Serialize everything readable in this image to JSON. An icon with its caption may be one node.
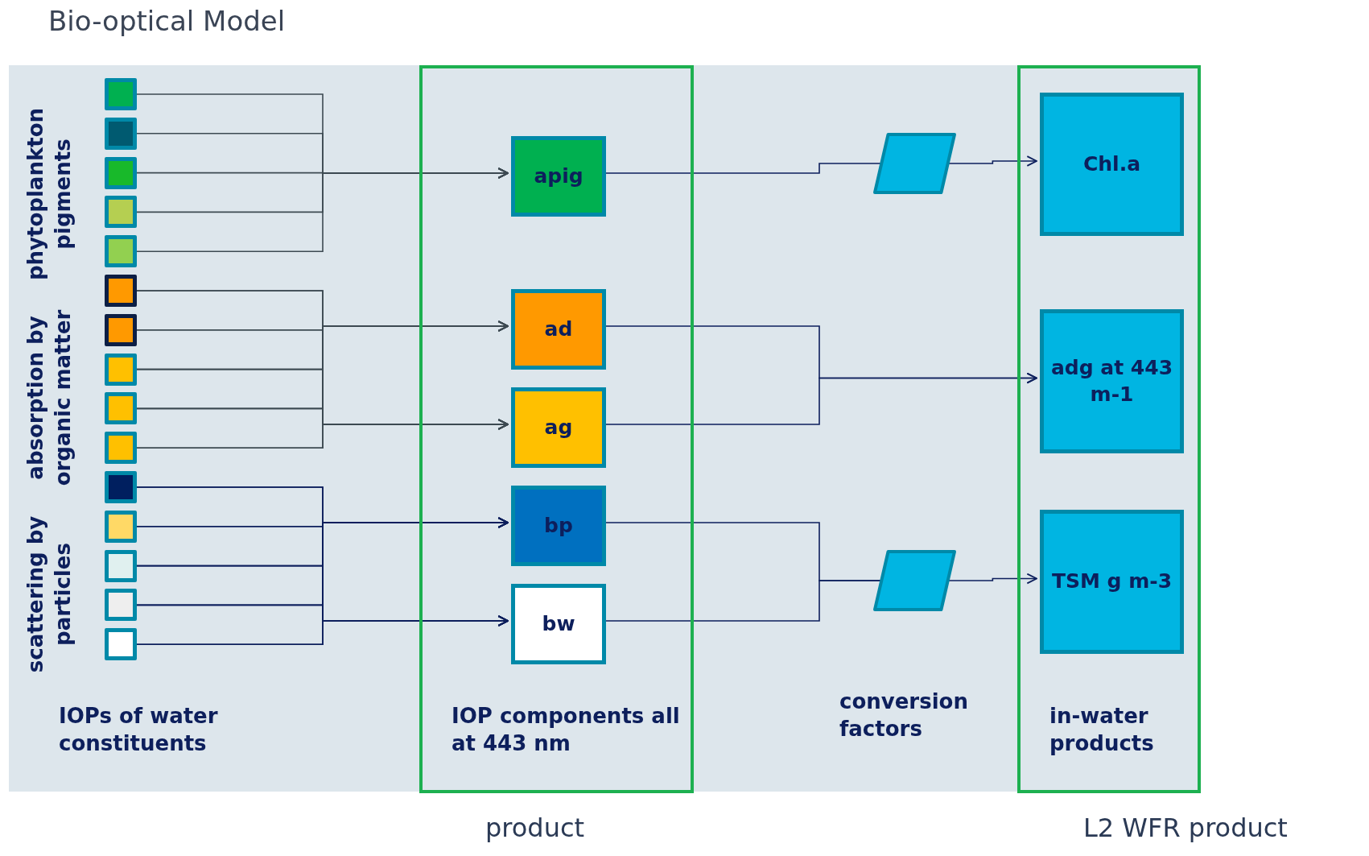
{
  "diagram": {
    "title": "Bio-optical Model",
    "nodes": [
      {
        "text": [],
        "shape": "box"
      },
      {
        "text": [],
        "shape": "box"
      },
      {
        "text": [],
        "shape": "box"
      },
      {
        "text": [],
        "shape": "box"
      },
      {
        "text": [],
        "shape": "box"
      },
      {
        "text": [],
        "shape": "box"
      },
      {
        "text": [],
        "shape": "box"
      },
      {
        "text": [],
        "shape": "box"
      },
      {
        "text": [],
        "shape": "box"
      },
      {
        "text": [],
        "shape": "box"
      },
      {
        "text": [],
        "shape": "box"
      },
      {
        "text": [],
        "shape": "box"
      },
      {
        "text": [],
        "shape": "box"
      },
      {
        "text": [],
        "shape": "box"
      },
      {
        "text": [],
        "shape": "box"
      },
      {
        "text": [
          "IOP components all at 443 nm",
          "product"
        ]
      },
      {
        "text": [
          "apig"
        ],
        "in": 15
      },
      {
        "text": [
          "ad"
        ],
        "in": 15
      },
      {
        "text": [
          "ag"
        ],
        "in": 15
      },
      {
        "text": [
          "bp"
        ],
        "in": 15
      },
      {
        "text": [
          "bw"
        ],
        "in": 15
      },
      {
        "text": [],
        "shape": "parallelogram"
      },
      {
        "text": [],
        "shape": "parallelogram"
      },
      {
        "text": [
          "in-water products",
          "L2 WFR product"
        ]
      },
      {
        "text": [
          "Chl.a"
        ],
        "in": 23
      },
      {
        "text": [
          "adg at 443 m-1"
        ],
        "in": 23
      },
      {
        "text": [
          "TSM g m-3"
        ],
        "in": 23
      }
    ],
    "edges": [
      {
        "from": 0,
        "to": 16,
        "arrow": "to",
        "color": "#3d4a52"
      },
      {
        "from": 1,
        "to": 16,
        "arrow": "to",
        "color": "#3d4a52"
      },
      {
        "from": 2,
        "to": 16,
        "arrow": "to",
        "color": "#3d4a52"
      },
      {
        "from": 3,
        "to": 16,
        "arrow": "to",
        "color": "#3d4a52"
      },
      {
        "from": 4,
        "to": 16,
        "arrow": "to",
        "color": "#3d4a52"
      },
      {
        "from": 5,
        "to": 17,
        "arrow": "to",
        "color": "#3d4a52"
      },
      {
        "from": 6,
        "to": 17,
        "arrow": "to",
        "color": "#3d4a52"
      },
      {
        "from": 7,
        "to": 17,
        "arrow": "to",
        "color": "#3d4a52"
      },
      {
        "from": 8,
        "to": 17,
        "arrow": "to",
        "color": "#3d4a52"
      },
      {
        "from": 9,
        "to": 17,
        "arrow": "to",
        "color": "#3d4a52"
      },
      {
        "from": 5,
        "to": 18,
        "arrow": "to",
        "color": "#3d4a52"
      },
      {
        "from": 6,
        "to": 18,
        "arrow": "to",
        "color": "#3d4a52"
      },
      {
        "from": 7,
        "to": 18,
        "arrow": "to",
        "color": "#3d4a52"
      },
      {
        "from": 8,
        "to": 18,
        "arrow": "to",
        "color": "#3d4a52"
      },
      {
        "from": 9,
        "to": 18,
        "arrow": "to",
        "color": "#3d4a52"
      },
      {
        "from": 10,
        "to": 19,
        "arrow": "to"
      },
      {
        "from": 11,
        "to": 19,
        "arrow": "to"
      },
      {
        "from": 12,
        "to": 19,
        "arrow": "to"
      },
      {
        "from": 13,
        "to": 19,
        "arrow": "to"
      },
      {
        "from": 14,
        "to": 19,
        "arrow": "to"
      },
      {
        "from": 10,
        "to": 20,
        "arrow": "to"
      },
      {
        "from": 11,
        "to": 20,
        "arrow": "to"
      },
      {
        "from": 12,
        "to": 20,
        "arrow": "to"
      },
      {
        "from": 13,
        "to": 20,
        "arrow": "to"
      },
      {
        "from": 14,
        "to": 20,
        "arrow": "to"
      },
      {
        "from": 16,
        "to": 21,
        "arrow": "none"
      },
      {
        "from": 21,
        "to": 24,
        "arrow": "to"
      },
      {
        "from": 17,
        "to": 25,
        "arrow": "to"
      },
      {
        "from": 18,
        "to": 25,
        "arrow": "to"
      },
      {
        "from": 19,
        "to": 22,
        "arrow": "none"
      },
      {
        "from": 20,
        "to": 22,
        "arrow": "none"
      },
      {
        "from": 22,
        "to": 26,
        "arrow": "to"
      }
    ],
    "labels": [
      "phytoplankton pigments",
      "absorption by organic matter",
      "scattering by particles",
      "IOPs of water constituents",
      "conversion factors"
    ]
  }
}
